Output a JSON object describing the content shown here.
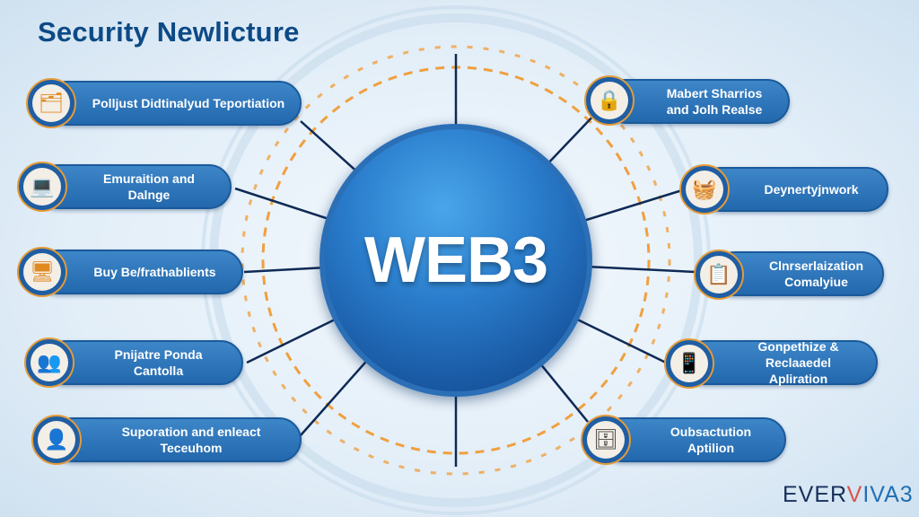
{
  "title": "Security Newlicture",
  "center_label": "WEB3",
  "left_items": [
    {
      "label": "Polljust Didtinalyud Teportiation",
      "icon": "laptop-document-icon"
    },
    {
      "label": "Emuraition and Dalnge",
      "icon": "laptop-icon"
    },
    {
      "label": "Buy Be/frathablients",
      "icon": "monitor-icon"
    },
    {
      "label": "Pnijatre Ponda Cantolla",
      "icon": "people-icon"
    },
    {
      "label": "Suporation and enleact Teceuhom",
      "icon": "person-computer-icon"
    }
  ],
  "right_items": [
    {
      "label": "Mabert Sharrios and Jolh Realse",
      "icon": "padlock-icon"
    },
    {
      "label": "Deynertyjnwork",
      "icon": "basket-lock-icon"
    },
    {
      "label": "Clnrserlaization Comalyiue",
      "icon": "server-list-icon"
    },
    {
      "label": "Gonpethize & Reclaaedel Apliration",
      "icon": "tablet-key-icon"
    },
    {
      "label": "Oubsactution Aptilion",
      "icon": "safe-icon"
    }
  ],
  "logo": {
    "part1": "EVER",
    "part2": "V",
    "part3": "IVA3"
  },
  "colors": {
    "title": "#0d4a86",
    "pill": "#2e78be",
    "accent": "#e49b3a",
    "line": "#0f2a55"
  }
}
